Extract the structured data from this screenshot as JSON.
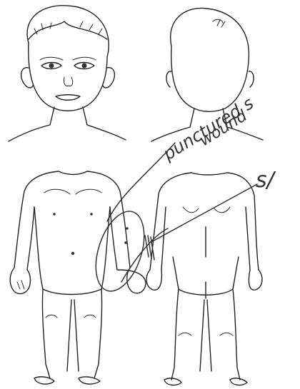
{
  "annotation": {
    "line1": "punctured s",
    "line2": "wound",
    "mark": "s/"
  },
  "icons": {
    "front_head": "child-head-front-icon",
    "back_head": "child-head-back-icon",
    "front_body": "child-body-front-icon",
    "back_body": "child-body-back-icon"
  }
}
